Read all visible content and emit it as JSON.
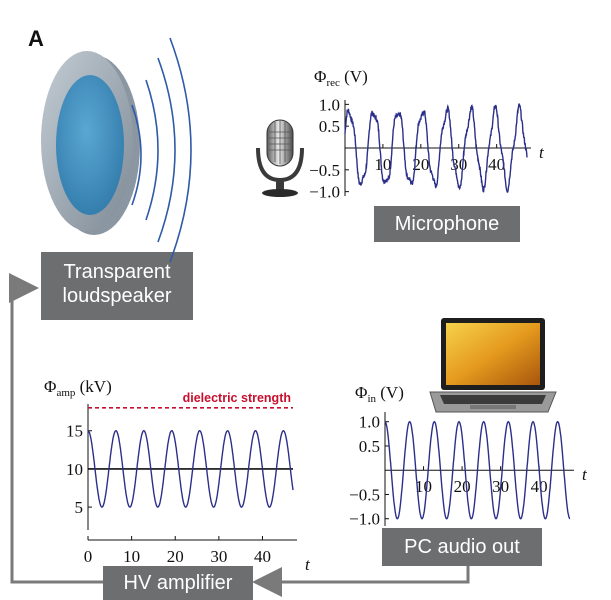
{
  "panel_label": "A",
  "boxes": {
    "loudspeaker_line1": "Transparent",
    "loudspeaker_line2": "loudspeaker",
    "microphone": "Microphone",
    "hv_amplifier": "HV amplifier",
    "pc_audio_out": "PC audio out"
  },
  "colors": {
    "box_fill": "#6d6e70",
    "wave": "#2b2f8a",
    "arrow": "#7a7a7a",
    "dielectric": "#c8102e",
    "speaker_ring": "#9aa4ae",
    "speaker_core": "#3e8fbf",
    "sound_waves": "#2f5aa8"
  },
  "icons": [
    "speaker-membrane-icon",
    "sound-waves-icon",
    "microphone-icon",
    "laptop-icon",
    "signal-flow-arrow"
  ],
  "chart_data": [
    {
      "id": "recorded",
      "type": "line",
      "ylabel_symbol": "Φ",
      "ylabel_sub": "rec",
      "ylabel_unit": "(V)",
      "xlabel": "t",
      "xlim": [
        0,
        48
      ],
      "ylim": [
        -1.1,
        1.1
      ],
      "xticks": [
        10,
        20,
        30,
        40
      ],
      "yticks": [
        1.0,
        0.5,
        -0.5,
        -1.0
      ],
      "ytick_labels": [
        "1.0",
        "0.5",
        "−0.5",
        "−1.0"
      ],
      "waveform": {
        "shape": "noisy-sine",
        "amplitude": 0.85,
        "offset": 0,
        "period": 6.4,
        "phase": 0.4
      }
    },
    {
      "id": "amplified",
      "type": "line",
      "ylabel_symbol": "Φ",
      "ylabel_sub": "amp",
      "ylabel_unit": "(kV)",
      "xlabel": "t",
      "xlim": [
        0,
        47
      ],
      "ylim": [
        2,
        18.5
      ],
      "xticks": [
        0,
        10,
        20,
        30,
        40
      ],
      "yticks": [
        15,
        10,
        5
      ],
      "reference_line": 10,
      "threshold": {
        "label": "dielectric strength",
        "value": 18
      },
      "waveform": {
        "shape": "sine",
        "amplitude": 5,
        "offset": 10,
        "period": 6.4,
        "phase": 1.5708
      }
    },
    {
      "id": "input",
      "type": "line",
      "ylabel_symbol": "Φ",
      "ylabel_sub": "in",
      "ylabel_unit": "(V)",
      "xlabel": "t",
      "xlim": [
        0,
        48
      ],
      "ylim": [
        -1.15,
        1.2
      ],
      "xticks": [
        10,
        20,
        30,
        40
      ],
      "yticks": [
        1.0,
        0.5,
        -0.5,
        -1.0
      ],
      "ytick_labels": [
        "1.0",
        "0.5",
        "−0.5",
        "−1.0"
      ],
      "waveform": {
        "shape": "sine",
        "amplitude": 1.0,
        "offset": 0,
        "period": 6.4,
        "phase": 1.5708
      }
    }
  ]
}
